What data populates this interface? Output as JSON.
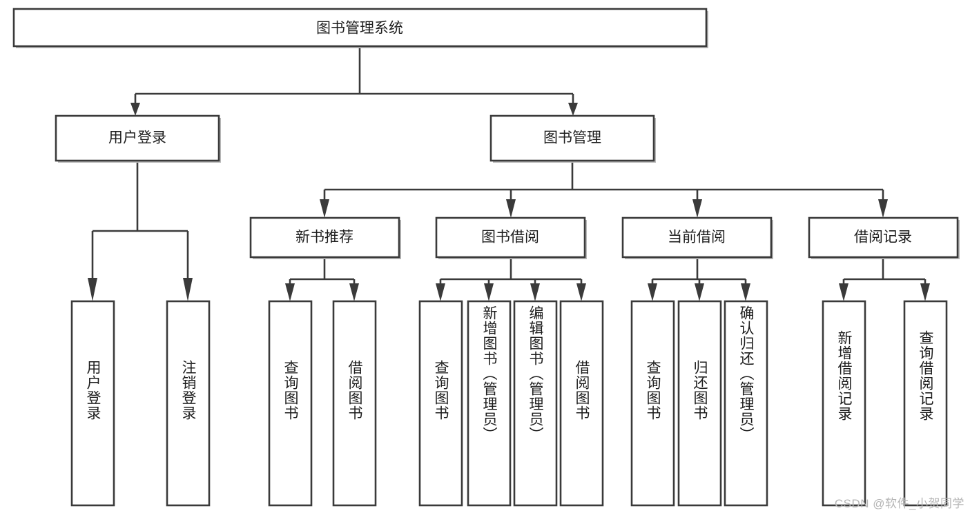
{
  "diagram": {
    "type": "tree",
    "title": "图书管理系统",
    "watermark": "CSDN @软件_小贺同学",
    "colors": {
      "box_stroke": "#3a3a3a",
      "box_fill": "#ffffff",
      "text": "#1d1d1d",
      "watermark": "#b5b5b5",
      "background": "#ffffff"
    },
    "root": {
      "label": "图书管理系统"
    },
    "level2": [
      {
        "label": "用户登录"
      },
      {
        "label": "图书管理"
      }
    ],
    "level3": [
      {
        "label": "新书推荐"
      },
      {
        "label": "图书借阅"
      },
      {
        "label": "当前借阅"
      },
      {
        "label": "借阅记录"
      }
    ],
    "leaves": {
      "user_login": [
        {
          "label": "用户登录"
        },
        {
          "label": "注销登录"
        }
      ],
      "new_book_recommend": [
        {
          "label": "查询图书"
        },
        {
          "label": "借阅图书"
        }
      ],
      "book_borrow": [
        {
          "label": "查询图书"
        },
        {
          "label": "新增图书（管理员）"
        },
        {
          "label": "编辑图书（管理员）"
        },
        {
          "label": "借阅图书"
        }
      ],
      "current_borrow": [
        {
          "label": "查询图书"
        },
        {
          "label": "归还图书"
        },
        {
          "label": "确认归还（管理员）"
        }
      ],
      "borrow_record": [
        {
          "label": "新增借阅记录"
        },
        {
          "label": "查询借阅记录"
        }
      ]
    }
  }
}
